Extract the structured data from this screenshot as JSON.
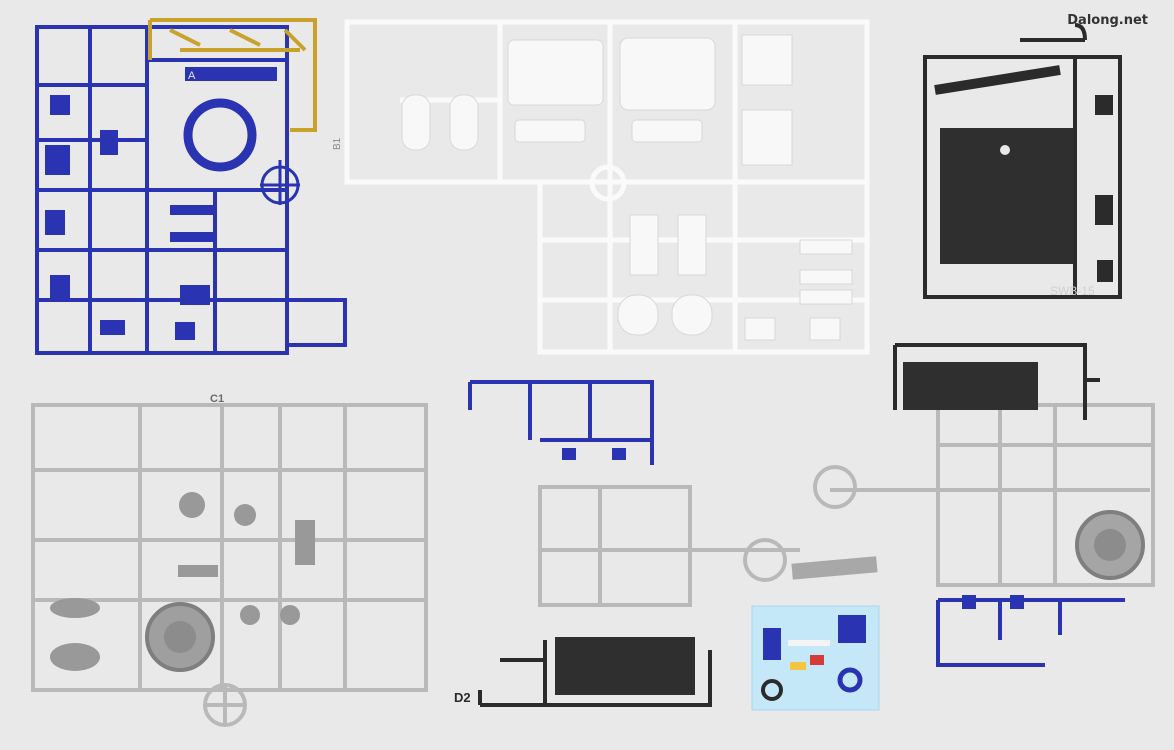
{
  "watermark": "Dalong.net",
  "sprues": {
    "A": {
      "tag": "A",
      "color": "#2a34b3"
    },
    "B1": {
      "tag": "B1",
      "color": "#f6f6f6"
    },
    "SWB": {
      "tag": "SWB-15",
      "color": "#2b2b2b"
    },
    "C1": {
      "tag": "C1",
      "color": "#b9b9b9"
    },
    "D2": {
      "tag": "D2",
      "color": "#2b2b2b"
    },
    "gold": {
      "color": "#c9a22b"
    }
  },
  "decal_sheet": {
    "color": "#bfe6f5"
  }
}
